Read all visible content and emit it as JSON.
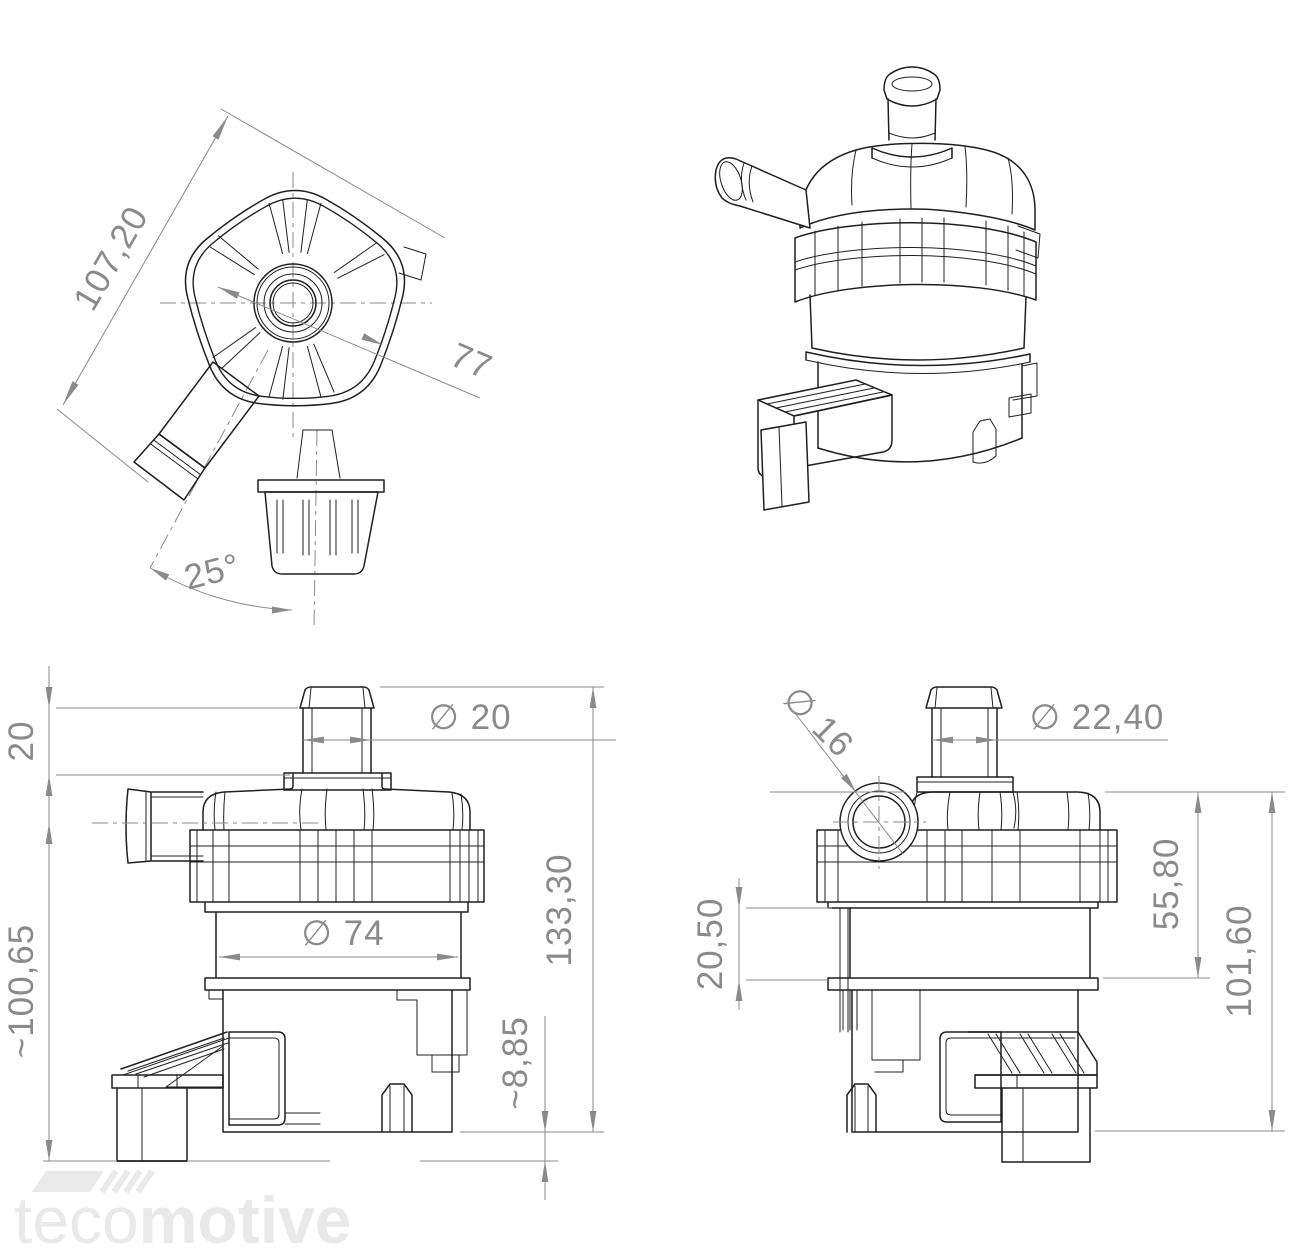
{
  "drawing": {
    "views": {
      "top": {
        "dim_width_diagonal": "107,20",
        "dim_across_flats": "77",
        "dim_outlet_angle": "25°"
      },
      "front": {
        "dim_barb_length": "20",
        "dim_port_diameter": "∅ 20",
        "dim_body_diameter": "∅ 74",
        "dim_overall_height": "133,30",
        "dim_centerline_height": "~100,65",
        "dim_base_offset": "~8,85"
      },
      "side": {
        "dim_inlet_diameter": "∅ 16",
        "dim_port_diameter": "∅ 22,40",
        "dim_housing_section": "20,50",
        "dim_head_height": "55,80",
        "dim_body_height": "101,60"
      }
    },
    "watermark": {
      "brand_light": "teco",
      "brand_bold": "motive"
    },
    "colors": {
      "line": "#1f1f1f",
      "dimension": "#8a8a8a",
      "watermark": "#e9e9e9"
    }
  }
}
